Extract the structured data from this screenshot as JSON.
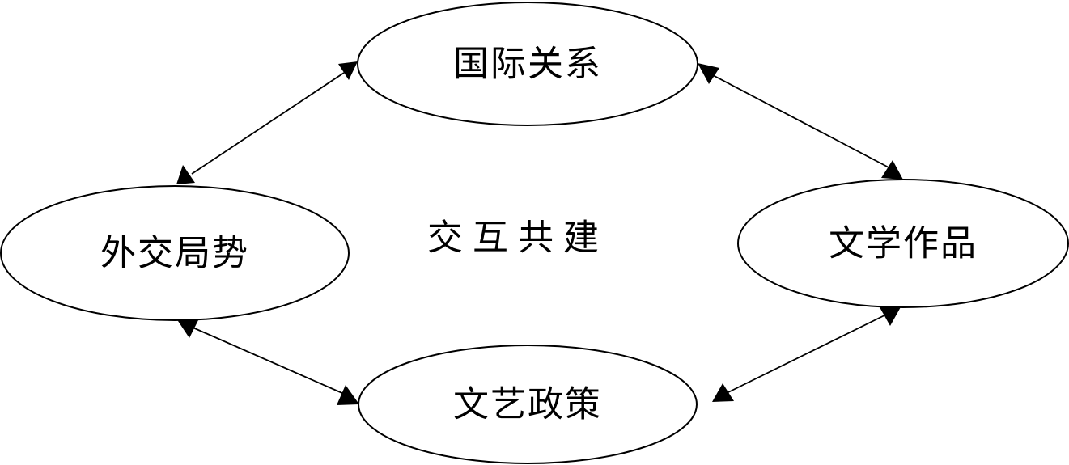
{
  "diagram": {
    "center_label": "交互共建",
    "nodes": [
      {
        "id": "top",
        "label": "国际关系"
      },
      {
        "id": "left",
        "label": "外交局势"
      },
      {
        "id": "right",
        "label": "文学作品"
      },
      {
        "id": "bottom",
        "label": "文艺政策"
      }
    ],
    "edges": [
      {
        "from": "left",
        "to": "top",
        "direction": "bidirectional"
      },
      {
        "from": "top",
        "to": "right",
        "direction": "bidirectional"
      },
      {
        "from": "right",
        "to": "bottom",
        "direction": "bidirectional"
      },
      {
        "from": "bottom",
        "to": "left",
        "direction": "bidirectional"
      }
    ]
  }
}
